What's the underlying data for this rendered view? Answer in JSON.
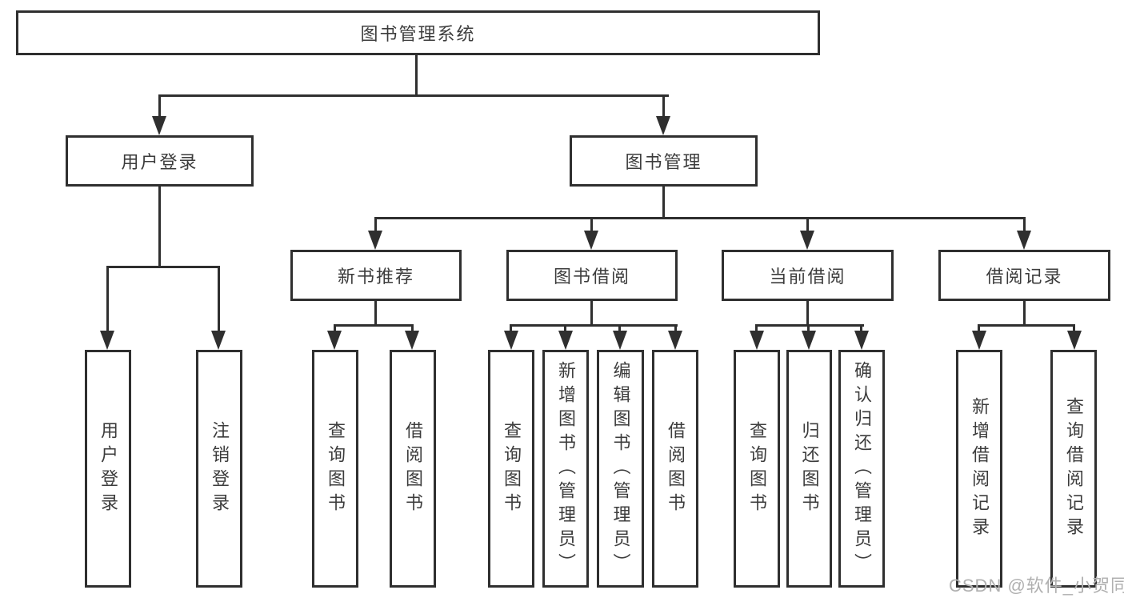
{
  "chart": {
    "root": "图书管理系统",
    "login_branch": "用户登录",
    "manage_branch": "图书管理",
    "login_children": [
      "用户登录",
      "注销登录"
    ],
    "sections": [
      "新书推荐",
      "图书借阅",
      "当前借阅",
      "借阅记录"
    ],
    "newbook_children": [
      "查询图书",
      "借阅图书"
    ],
    "borrow_children": [
      "查询图书",
      "新增图书（管理员）",
      "编辑图书（管理员）",
      "借阅图书"
    ],
    "current_children": [
      "查询图书",
      "归还图书",
      "确认归还（管理员）"
    ],
    "record_children": [
      "新增借阅记录",
      "查询借阅记录"
    ]
  },
  "watermark": "CSDN @软件_小贺同学",
  "colors": {
    "line": "#2f2f2f",
    "text": "#3c3c3c",
    "watermark": "#b0b0b0",
    "background": "#ffffff"
  }
}
